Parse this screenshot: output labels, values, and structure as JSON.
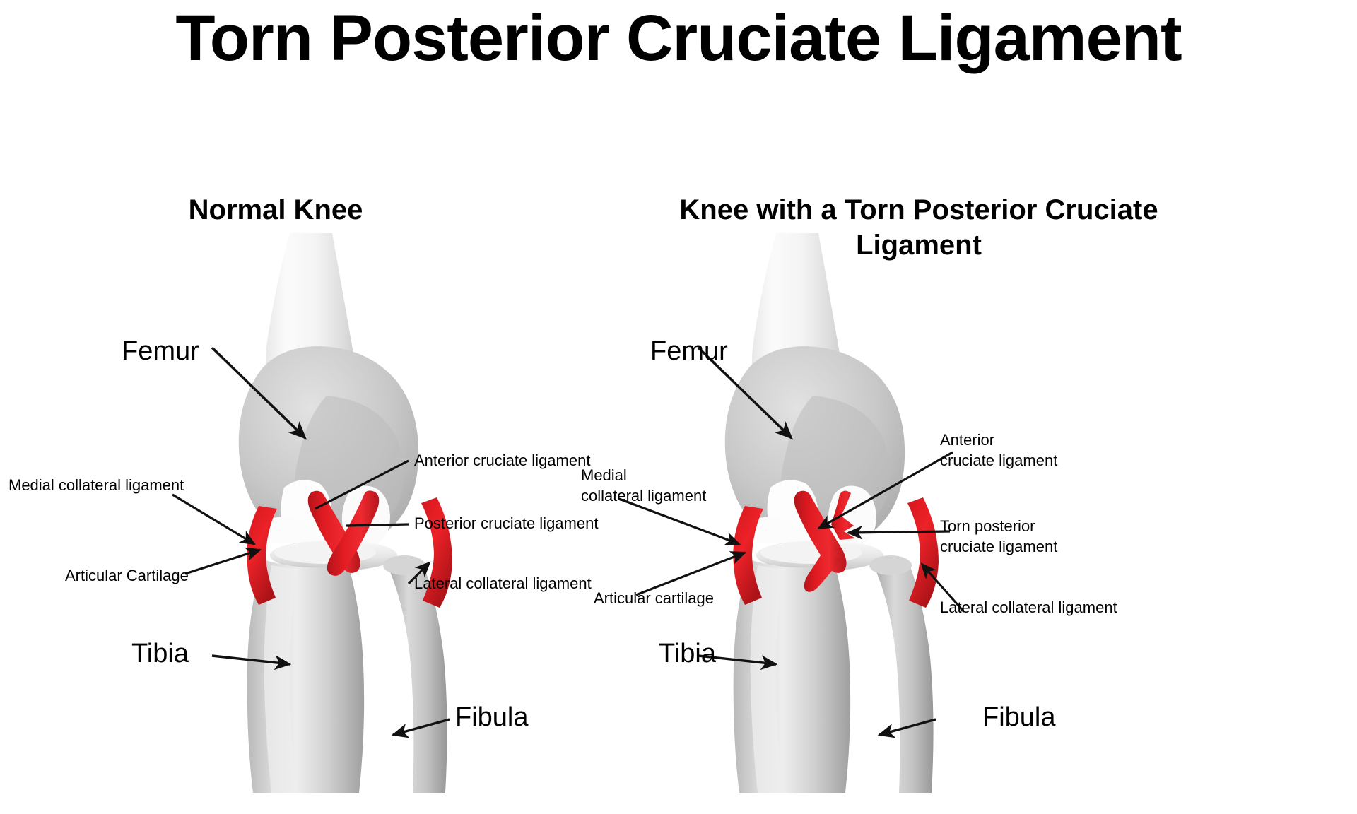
{
  "title": "Torn Posterior Cruciate Ligament",
  "panels": [
    {
      "id": "normal",
      "heading": "Normal Knee",
      "labels": {
        "femur": "Femur",
        "medial_collateral_ligament": "Medial collateral ligament",
        "articular_cartilage": "Articular Cartilage",
        "anterior_cruciate_ligament": "Anterior cruciate ligament",
        "posterior_cruciate_ligament": "Posterior cruciate ligament",
        "lateral_collateral_ligament": "Lateral collateral ligament",
        "tibia": "Tibia",
        "fibula": "Fibula"
      }
    },
    {
      "id": "torn",
      "heading": "Knee with a Torn Posterior Cruciate Ligament",
      "labels": {
        "femur": "Femur",
        "medial_collateral_ligament": "Medial\ncollateral ligament",
        "articular_cartilage": "Articular cartilage",
        "anterior_cruciate_ligament": "Anterior\ncruciate ligament",
        "torn_posterior_cruciate_ligament": "Torn posterior\ncruciate ligament",
        "lateral_collateral_ligament": "Lateral collateral ligament",
        "tibia": "Tibia",
        "fibula": "Fibula"
      }
    }
  ],
  "colors": {
    "ligament_red": "#e01b22",
    "bone_light": "#f2f2f2",
    "bone_mid": "#c9c9c9",
    "bone_dark": "#9a9a9a",
    "text": "#000000",
    "background": "#ffffff"
  },
  "illustration": {
    "type": "anatomical-knee-joint-lateral-view",
    "parts": [
      "femur-shaft",
      "femoral-condyle",
      "articular-cartilage",
      "anterior-cruciate-ligament",
      "posterior-cruciate-ligament",
      "medial-collateral-ligament",
      "lateral-collateral-ligament",
      "tibia-shaft",
      "tibial-plateau",
      "fibula-shaft"
    ]
  }
}
